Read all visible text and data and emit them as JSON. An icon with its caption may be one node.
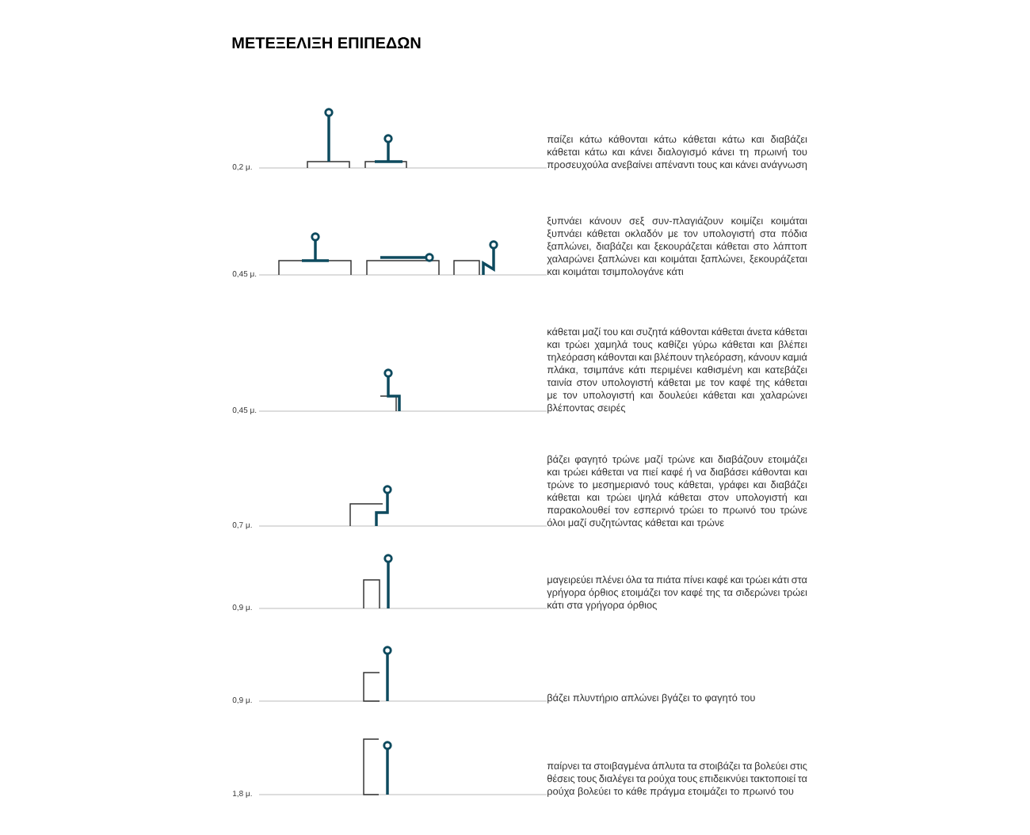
{
  "diagram": {
    "title": "ΜΕΤΕΞΕΛΙΞΗ ΕΠΙΠΕΔΩΝ",
    "labels": [
      "0,2 μ.",
      "παίζει κάτω κάθονται κάτω κάθεται κάτω και διαβάζει κάθεται κάτω και κάνει διαλογισμό κάνει τη πρωινή του προσευχούλα ανεβαίνει απέναντι τους και κάνει ανάγνωση",
      "0,45 μ.",
      "ξυπνάει κάνουν σεξ συν-πλαγιάζουν κοιμίζει κοιμάται ξυπνάει κάθεται οκλαδόν με τον υπολογιστή στα πόδια ξαπλώνει, διαβάζει και ξεκουράζεται κάθεται στο λάπτοπ χαλαρώνει ξαπλώνει και κοιμάται ξαπλώνει, ξεκουράζεται και κοιμάται τσιμπολογάνε κάτι",
      "0,45 μ.",
      "κάθεται μαζί του και συζητά κάθονται κάθεται άνετα κάθεται και τρώει χαμηλά τους καθίζει γύρω κάθεται και βλέπει τηλεόραση κάθονται και βλέπουν τηλεόραση, κάνουν καμιά πλάκα, τσιμπάνε κάτι περιμένει καθισμένη και κατεβάζει ταινία στον υπολογιστή κάθεται με τον καφέ της κάθεται με τον υπολογιστή και δουλεύει κάθεται και χαλαρώνει βλέποντας σειρές",
      "0,7 μ.",
      "βάζει φαγητό τρώνε μαζί τρώνε και διαβάζουν ετοιμάζει και τρώει κάθεται να πιεί καφέ ή να διαβάσει κάθονται και τρώνε το μεσημεριανό τους κάθεται, γράφει και διαβάζει κάθεται και τρώει ψηλά κάθεται στον υπολογιστή και παρακολουθεί τον εσπερινό τρώει το πρωινό του τρώνε όλοι μαζί συζητώντας κάθεται και τρώνε",
      "0,9 μ.",
      "μαγειρεύει πλένει όλα τα πιάτα πίνει καφέ και τρώει κάτι στα γρήγορα όρθιος ετοιμάζει τον καφέ της τα σιδερώνει τρώει κάτι στα γρήγορα όρθιος",
      "0,9 μ.",
      "βάζει πλυντήριο απλώνει βγάζει το φαγητό του",
      "1,8 μ.",
      "παίρνει τα στοιβαγμένα άπλυτα τα στοιβάζει τα βολεύει στις θέσεις τους διαλέγει τα ρούχα τους επιδεικνύει τακτοποιεί τα ρούχα βολεύει το κάθε πράγμα ετοιμάζει το πρωινό του"
    ]
  }
}
